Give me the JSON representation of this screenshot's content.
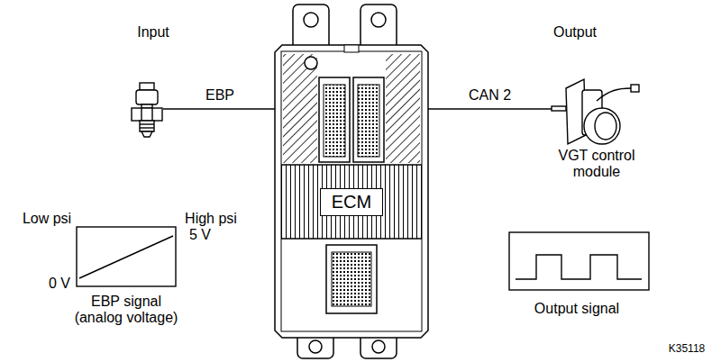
{
  "diagram": {
    "nodes": [
      {
        "text": [
          "ECM"
        ]
      },
      {
        "text": [
          "VGT control module"
        ]
      }
    ],
    "edges": [
      {
        "from": 0,
        "to": 1,
        "label": "CAN 2",
        "arrow": "none"
      }
    ],
    "labels": [
      "Input",
      "Output",
      "EBP",
      "Low psi",
      "High psi",
      "5 V",
      "0 V",
      "EBP signal (analog voltage)",
      "Output signal",
      "K35118"
    ]
  }
}
